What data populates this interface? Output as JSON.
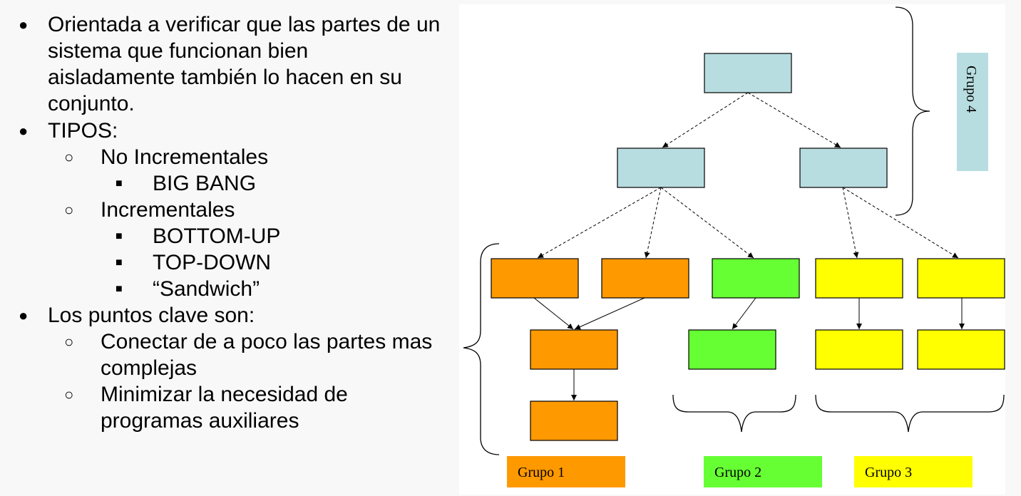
{
  "bullets": {
    "orientada": [
      "Orientada a verificar que las partes de un",
      "sistema que funcionan bien",
      "aisladamente también lo hacen en su",
      "conjunto."
    ],
    "tipos": "TIPOS:",
    "no_incrementales": "No Incrementales",
    "big_bang": "BIG BANG",
    "incrementales": "Incrementales",
    "bottom_up": "BOTTOM-UP",
    "top_down": "TOP-DOWN",
    "sandwich": "“Sandwich”",
    "puntos_clave": "Los puntos clave son:",
    "conectar": [
      "Conectar de a poco las partes mas",
      "complejas"
    ],
    "minimizar": [
      "Minimizar la necesidad de",
      "programas auxiliares"
    ],
    "markers": {
      "level1": "●",
      "level2": "○",
      "level3": "■"
    }
  },
  "diagram": {
    "groups": [
      {
        "label": "Grupo 1",
        "color": "#ff9900"
      },
      {
        "label": "Grupo 2",
        "color": "#66ff33"
      },
      {
        "label": "Grupo 3",
        "color": "#ffff00"
      },
      {
        "label": "Grupo 4",
        "color": "#b8dde1"
      }
    ]
  }
}
